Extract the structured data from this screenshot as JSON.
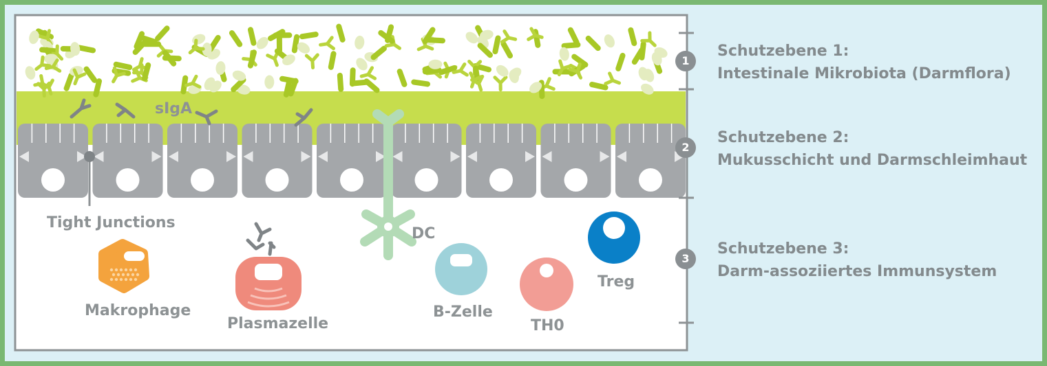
{
  "colors": {
    "outer_border": "#7ab872",
    "panel_bg": "#dcf0f6",
    "frame_border": "#8d9294",
    "mucus": "#c6dd4d",
    "bacteria_dark": "#a8c826",
    "bacteria_light": "#e4ecc0",
    "cell": "#a4a7aa",
    "dc": "#b3dbb6",
    "makrophage": "#f4a33d",
    "plasmazelle": "#ef8a7c",
    "b_zelle": "#9ed2da",
    "th0": "#f29d95",
    "treg": "#0a80c8"
  },
  "labels": {
    "sIgA": "sIgA",
    "tight_junctions": "Tight Junctions",
    "dc": "DC",
    "makrophage": "Makrophage",
    "plasmazelle": "Plasmazelle",
    "b_zelle": "B-Zelle",
    "th0": "TH0",
    "treg": "Treg"
  },
  "levels": [
    {
      "number": "1",
      "title": "Schutzebene 1:",
      "subtitle": "Intestinale Mikrobiota (Darmflora)"
    },
    {
      "number": "2",
      "title": "Schutzebene 2:",
      "subtitle": "Mukusschicht und Darmschleimhaut"
    },
    {
      "number": "3",
      "title": "Schutzebene 3:",
      "subtitle": "Darm-assoziiertes Immunsystem"
    }
  ],
  "icons": [
    "bacteria-cluster-icon",
    "antibody-icon",
    "epithelial-cell-icon",
    "dendritic-cell-icon",
    "macrophage-icon",
    "plasma-cell-icon",
    "b-cell-icon",
    "th0-cell-icon",
    "treg-cell-icon"
  ]
}
